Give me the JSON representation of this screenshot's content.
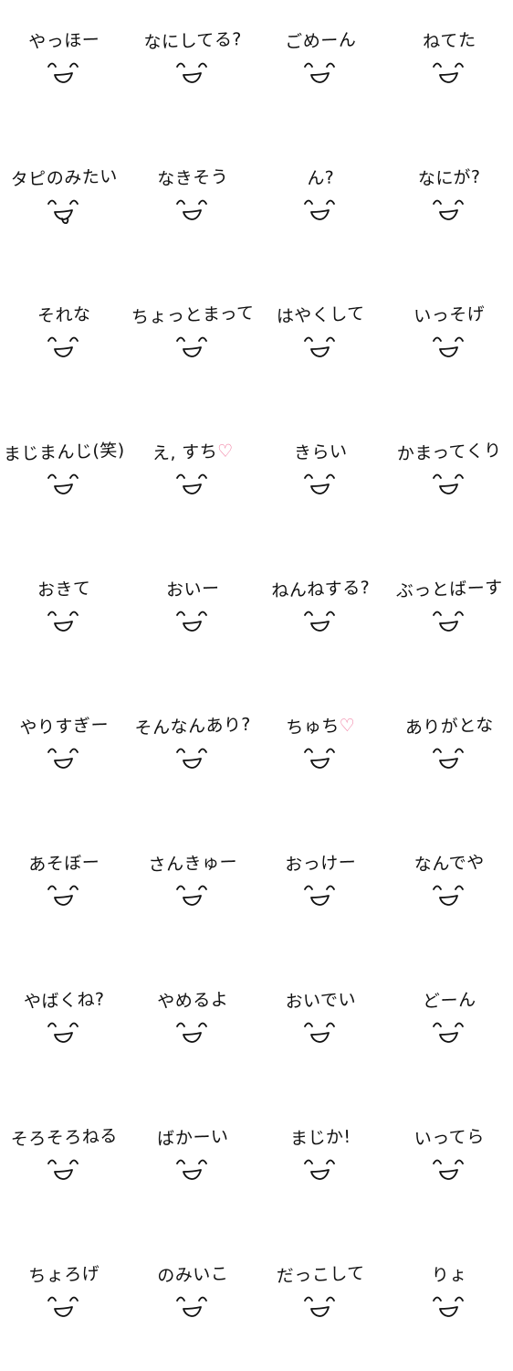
{
  "stickers": [
    {
      "label": "やっほー"
    },
    {
      "label": "なにしてる?"
    },
    {
      "label": "ごめーん"
    },
    {
      "label": "ねてた"
    },
    {
      "label": "タピのみたい",
      "tongue": true
    },
    {
      "label": "なきそう"
    },
    {
      "label": "ん?"
    },
    {
      "label": "なにが?"
    },
    {
      "label": "それな"
    },
    {
      "label": "ちょっとまって"
    },
    {
      "label": "はやくして"
    },
    {
      "label": "いっそげ"
    },
    {
      "label": "まじまんじ(笑)"
    },
    {
      "label": "え, すち",
      "heart": "♡"
    },
    {
      "label": "きらい"
    },
    {
      "label": "かまってくり"
    },
    {
      "label": "おきて"
    },
    {
      "label": "おいー"
    },
    {
      "label": "ねんねする?"
    },
    {
      "label": "ぶっとばーす"
    },
    {
      "label": "やりすぎー"
    },
    {
      "label": "そんなんあり?"
    },
    {
      "label": "ちゅち",
      "heart": "♡"
    },
    {
      "label": "ありがとな"
    },
    {
      "label": "あそぼー"
    },
    {
      "label": "さんきゅー"
    },
    {
      "label": "おっけー"
    },
    {
      "label": "なんでや"
    },
    {
      "label": "やばくね?"
    },
    {
      "label": "やめるよ"
    },
    {
      "label": "おいでい"
    },
    {
      "label": "どーん"
    },
    {
      "label": "そろそろねる"
    },
    {
      "label": "ばかーい"
    },
    {
      "label": "まじか!"
    },
    {
      "label": "いってら"
    },
    {
      "label": "ちょろげ"
    },
    {
      "label": "のみいこ"
    },
    {
      "label": "だっこして"
    },
    {
      "label": "りょ"
    }
  ],
  "colors": {
    "ink": "#111111",
    "heart": "#ef6f97",
    "background": "#ffffff"
  }
}
